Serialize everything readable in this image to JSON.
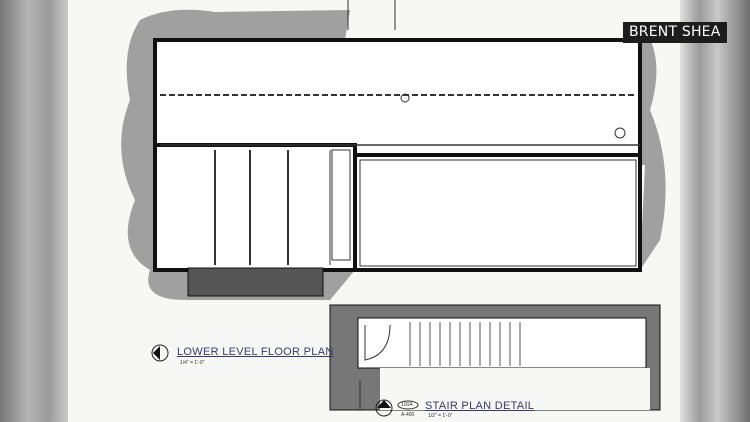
{
  "caption": {
    "name": "BRENT SHEA"
  },
  "drawings": [
    {
      "title": "LOWER LEVEL FLOOR PLAN",
      "scale": "1/4\" = 1'-0\""
    },
    {
      "title": "STAIR PLAN DETAIL",
      "scale": "1/2\" = 1'-0\"",
      "detail_ref": "100A",
      "sheet_ref": "A-400"
    }
  ],
  "colors": {
    "caption_bg": "#1d1d1d",
    "shading": "#9a9a9a",
    "wall": "#111111"
  }
}
